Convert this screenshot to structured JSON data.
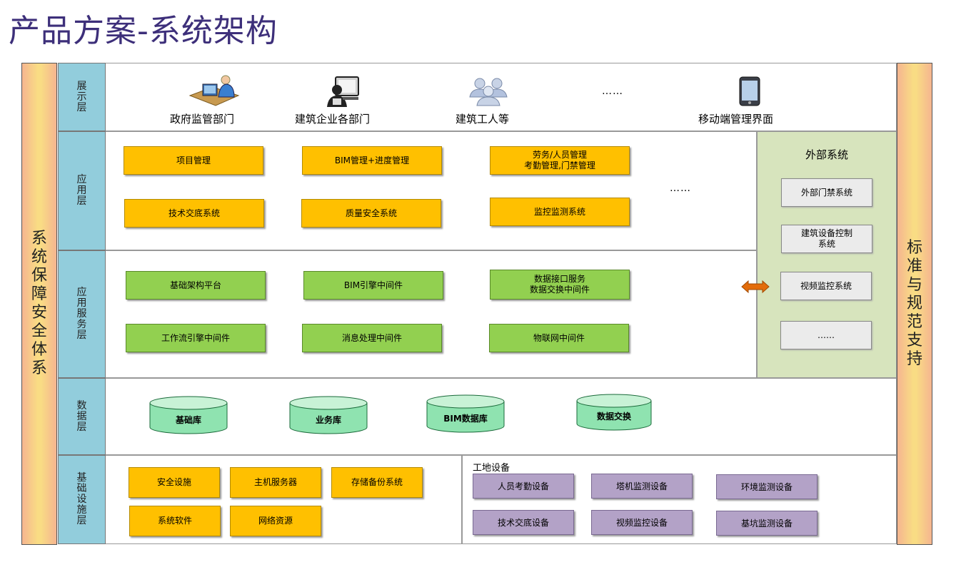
{
  "page_title": "产品方案-系统架构",
  "left_side_label": "系统保障安全体系",
  "right_side_label": "标准与规范支持",
  "layers": {
    "presentation": {
      "label": "展示层",
      "actors": [
        {
          "label": "政府监管部门",
          "icon": "government-officer-icon"
        },
        {
          "label": "建筑企业各部门",
          "icon": "enterprise-user-icon"
        },
        {
          "label": "建筑工人等",
          "icon": "workers-group-icon"
        },
        {
          "label": "移动端管理界面",
          "icon": "mobile-device-icon"
        }
      ],
      "ellipsis": "……"
    },
    "application": {
      "label": "应用层",
      "modules": [
        "项目管理",
        "BIM管理+进度管理",
        "劳务/人员管理\n考勤管理,门禁管理",
        "技术交底系统",
        "质量安全系统",
        "监控监测系统"
      ],
      "ellipsis": "……"
    },
    "app_service": {
      "label": "应用服务层",
      "modules": [
        "基础架构平台",
        "BIM引擎中间件",
        "数据接口服务\n数据交换中间件",
        "工作流引擎中间件",
        "消息处理中间件",
        "物联网中间件"
      ]
    },
    "external": {
      "title": "外部系统",
      "items": [
        "外部门禁系统",
        "建筑设备控制\n系统",
        "视频监控系统",
        "……"
      ]
    },
    "data": {
      "label": "数据层",
      "databases": [
        "基础库",
        "业务库",
        "BIM数据库",
        "数据交换"
      ]
    },
    "infrastructure": {
      "label": "基础设施层",
      "items": [
        "安全设施",
        "主机服务器",
        "存储备份系统",
        "系统软件",
        "网络资源"
      ],
      "site_title": "工地设备",
      "site_items": [
        "人员考勤设备",
        "塔机监测设备",
        "环境监测设备",
        "技术交底设备",
        "视频监控设备",
        "基坑监测设备"
      ]
    }
  },
  "colors": {
    "title": "#3d2f7a",
    "layer_label_bg": "#92cddc",
    "application_box": "#ffc000",
    "service_box": "#92d050",
    "external_panel": "#d7e4bd",
    "database": "#00b050",
    "site_box": "#b3a2c7",
    "arrow": "#e36c09"
  }
}
